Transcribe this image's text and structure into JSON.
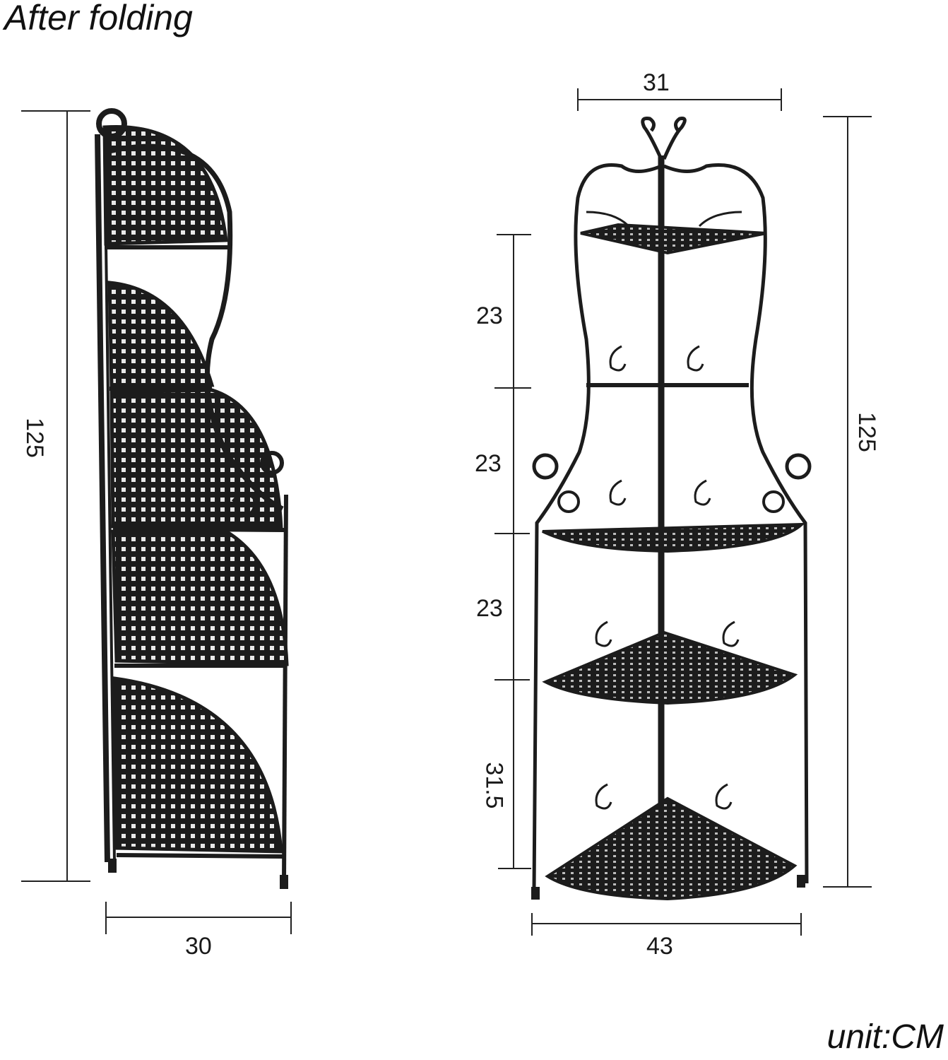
{
  "title": "After folding",
  "unit_label": "unit:CM",
  "folded_view": {
    "height_label": "125",
    "width_label": "30"
  },
  "unfolded_view": {
    "top_width_label": "31",
    "height_label": "125",
    "bottom_width_label": "43",
    "shelf_spacing_labels": [
      "23",
      "23",
      "23",
      "31.5"
    ]
  },
  "colors": {
    "metal": "#1c1c1c",
    "dimension_line": "#222222",
    "background": "#ffffff"
  }
}
